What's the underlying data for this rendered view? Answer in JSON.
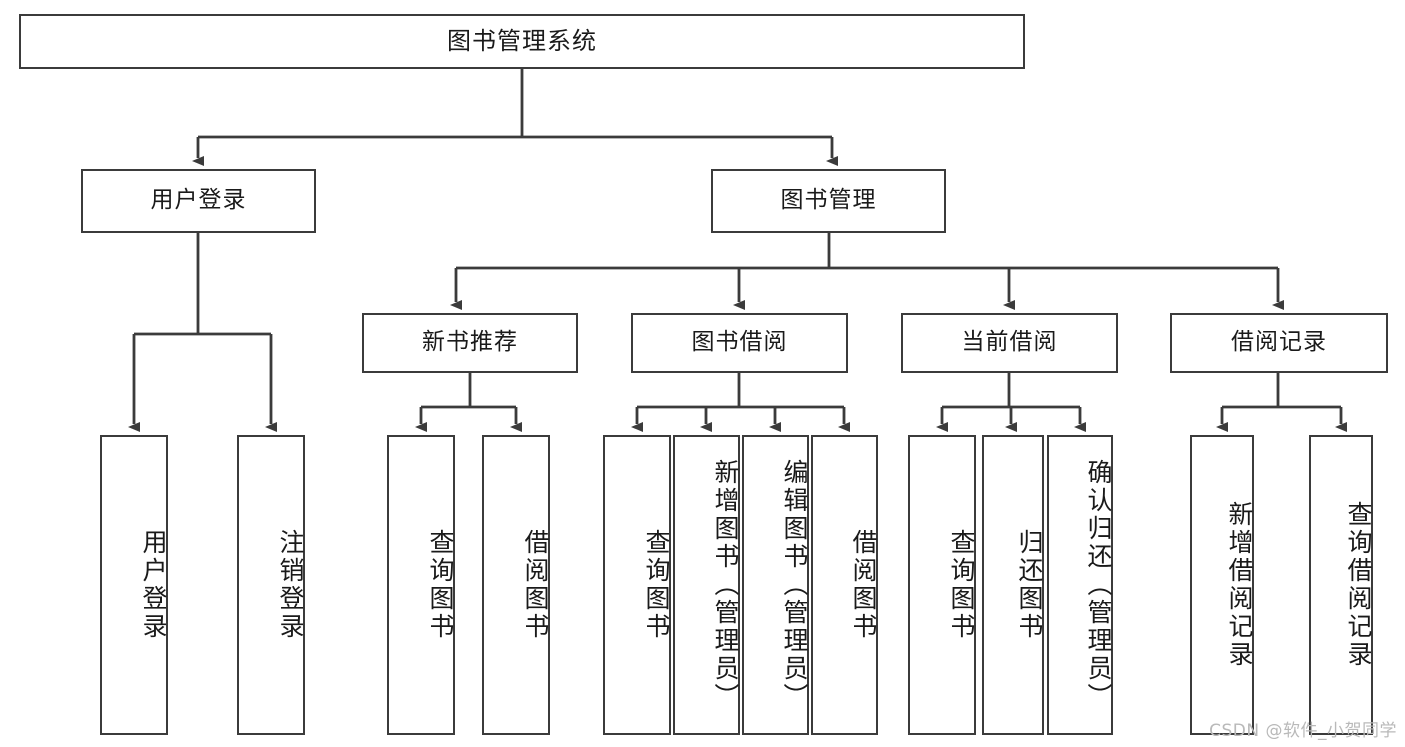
{
  "diagram": {
    "type": "tree-hierarchy",
    "title": "图书管理系统",
    "watermark": "CSDN @软件_小贺同学",
    "colors": {
      "box_border": "#3b3b3b",
      "box_fill": "#ffffff",
      "edge": "#3b3b3b",
      "text": "#1a1a1a",
      "watermark": "#b9b9b9"
    },
    "levels": {
      "level1": [
        {
          "id": "root",
          "label": "图书管理系统"
        }
      ],
      "level2": [
        {
          "id": "login",
          "label": "用户登录",
          "parent": "root"
        },
        {
          "id": "bookmgr",
          "label": "图书管理",
          "parent": "root"
        }
      ],
      "level3": [
        {
          "id": "newbook",
          "label": "新书推荐",
          "parent": "bookmgr"
        },
        {
          "id": "borrow",
          "label": "图书借阅",
          "parent": "bookmgr"
        },
        {
          "id": "current",
          "label": "当前借阅",
          "parent": "bookmgr"
        },
        {
          "id": "record",
          "label": "借阅记录",
          "parent": "bookmgr"
        }
      ],
      "level4": [
        {
          "id": "leaf-user-login",
          "label": "用户登录",
          "parent": "login"
        },
        {
          "id": "leaf-user-logout",
          "label": "注销登录",
          "parent": "login"
        },
        {
          "id": "leaf-query-book-1",
          "label": "查询图书",
          "parent": "newbook"
        },
        {
          "id": "leaf-borrow-book-1",
          "label": "借阅图书",
          "parent": "newbook"
        },
        {
          "id": "leaf-query-book-2",
          "label": "查询图书",
          "parent": "borrow"
        },
        {
          "id": "leaf-add-book",
          "label": "新增图书（管理员）",
          "parent": "borrow"
        },
        {
          "id": "leaf-edit-book",
          "label": "编辑图书（管理员）",
          "parent": "borrow"
        },
        {
          "id": "leaf-borrow-book-2",
          "label": "借阅图书",
          "parent": "borrow"
        },
        {
          "id": "leaf-query-book-3",
          "label": "查询图书",
          "parent": "current"
        },
        {
          "id": "leaf-return-book",
          "label": "归还图书",
          "parent": "current"
        },
        {
          "id": "leaf-confirm-return",
          "label": "确认归还（管理员）",
          "parent": "current"
        },
        {
          "id": "leaf-add-record",
          "label": "新增借阅记录",
          "parent": "record"
        },
        {
          "id": "leaf-query-record",
          "label": "查询借阅记录",
          "parent": "record"
        }
      ]
    }
  }
}
